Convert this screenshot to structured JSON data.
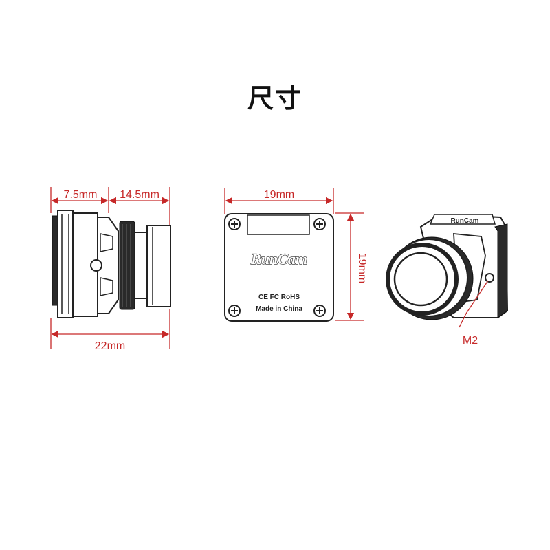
{
  "title": "尺寸",
  "side_view": {
    "dim_top_left": "7.5mm",
    "dim_top_right": "14.5mm",
    "dim_bottom": "22mm"
  },
  "back_view": {
    "dim_width": "19mm",
    "dim_height": "19mm",
    "brand_logo": "RunCam",
    "certifications": "CE FC RoHS",
    "origin": "Made in China"
  },
  "perspective_view": {
    "brand_label": "RunCam",
    "screw_label": "M2"
  },
  "colors": {
    "dimension_lines": "#c62828",
    "outline": "#222222",
    "background": "#ffffff"
  }
}
